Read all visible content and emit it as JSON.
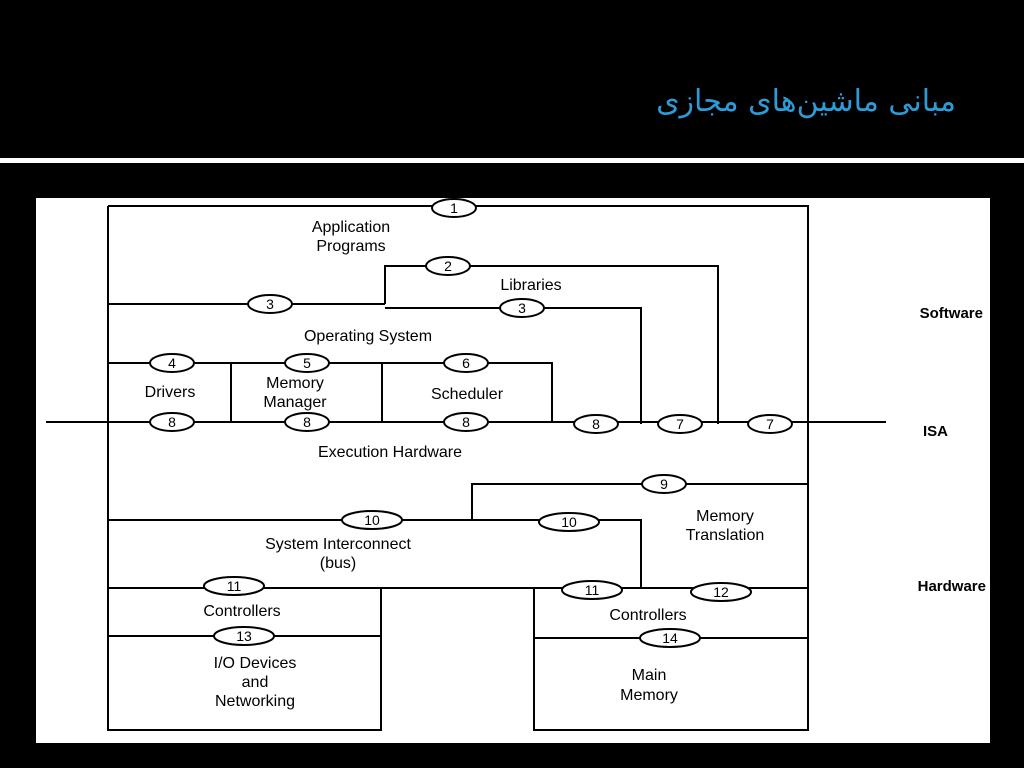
{
  "slide": {
    "title": "مبانی ماشین‌های مجازی"
  },
  "diagram": {
    "labels": {
      "application_programs_1": "Application",
      "application_programs_2": "Programs",
      "libraries": "Libraries",
      "operating_system": "Operating System",
      "drivers": "Drivers",
      "memory_manager_1": "Memory",
      "memory_manager_2": "Manager",
      "scheduler": "Scheduler",
      "execution_hardware": "Execution Hardware",
      "memory_translation_1": "Memory",
      "memory_translation_2": "Translation",
      "system_interconnect_1": "System Interconnect",
      "system_interconnect_2": "(bus)",
      "controllers_left": "Controllers",
      "io_devices_1": "I/O Devices",
      "io_devices_2": "and",
      "io_devices_3": "Networking",
      "controllers_right": "Controllers",
      "main_memory_1": "Main",
      "main_memory_2": "Memory"
    },
    "side_labels": {
      "software": "Software",
      "isa": "ISA",
      "hardware": "Hardware"
    },
    "interfaces": {
      "i1": "1",
      "i2": "2",
      "i3a": "3",
      "i3b": "3",
      "i4": "4",
      "i5": "5",
      "i6": "6",
      "i8a": "8",
      "i8b": "8",
      "i8c": "8",
      "i8d": "8",
      "i7a": "7",
      "i7b": "7",
      "i9": "9",
      "i10a": "10",
      "i10b": "10",
      "i11a": "11",
      "i11b": "11",
      "i12": "12",
      "i13": "13",
      "i14": "14"
    }
  }
}
